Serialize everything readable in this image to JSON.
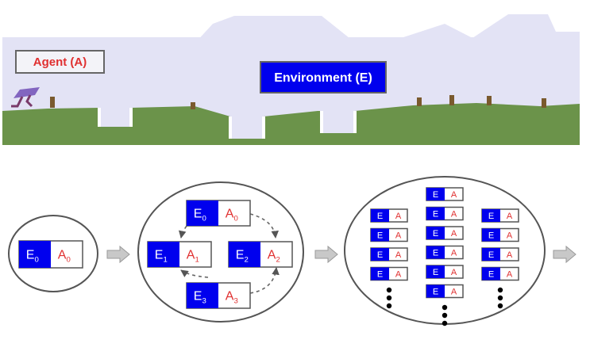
{
  "scene": {
    "agent_label": "Agent (A)",
    "environment_label": "Environment (E)",
    "colors": {
      "sky": "#e3e3f5",
      "ground": "#6b934a",
      "post": "#7a5a2e",
      "agent": "#7d5fb8",
      "env_label_bg": "#0000ee",
      "agent_label_text": "#e03030"
    }
  },
  "pairs": {
    "e_letter": "E",
    "a_letter": "A",
    "colors": {
      "e_bg": "#0000ee",
      "a_text": "#e03030",
      "border": "#555555"
    }
  },
  "stage1": {
    "pairs": [
      {
        "e_sub": "0",
        "a_sub": "0"
      }
    ]
  },
  "stage2": {
    "pairs": [
      {
        "e_sub": "0",
        "a_sub": "0"
      },
      {
        "e_sub": "1",
        "a_sub": "1"
      },
      {
        "e_sub": "2",
        "a_sub": "2"
      },
      {
        "e_sub": "3",
        "a_sub": "3"
      }
    ]
  },
  "stage3": {
    "column_counts": [
      4,
      6,
      4
    ],
    "ellipsis": "⋮"
  }
}
